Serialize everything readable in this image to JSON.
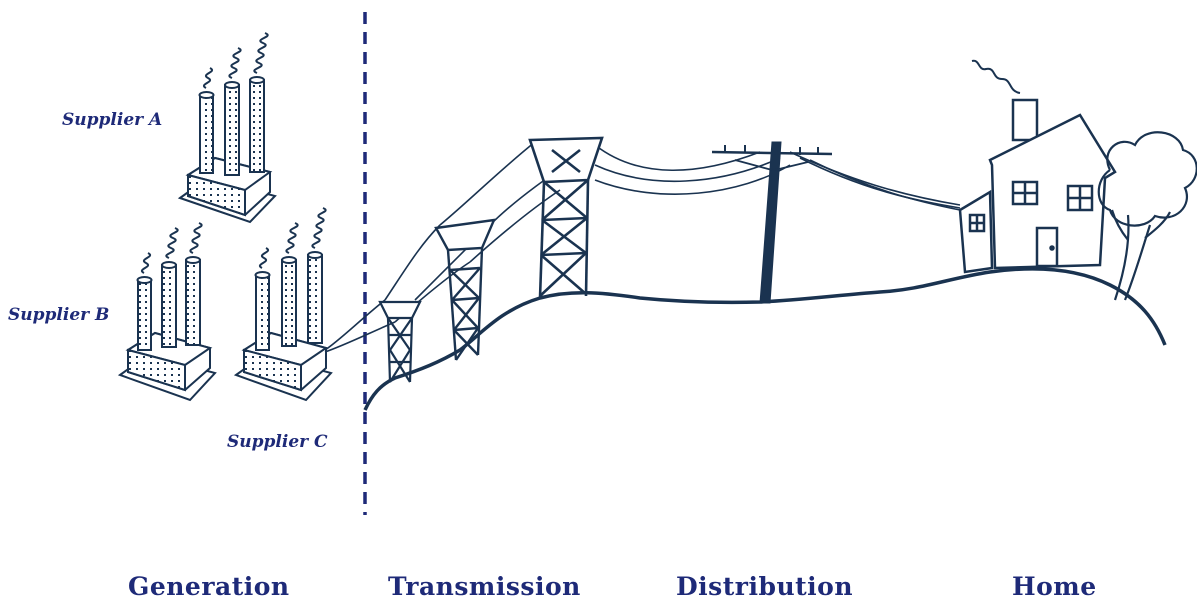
{
  "suppliers": {
    "a": "Supplier A",
    "b": "Supplier B",
    "c": "Supplier C"
  },
  "stages": {
    "generation": "Generation",
    "transmission": "Transmission",
    "distribution": "Distribution",
    "home": "Home"
  },
  "colors": {
    "ink": "#1a3350",
    "label": "#1e2a78",
    "divider": "#1e2a78"
  },
  "icons": [
    "factory-icon",
    "transmission-tower-icon",
    "utility-pole-icon",
    "house-icon",
    "tree-icon",
    "smoke-icon"
  ]
}
